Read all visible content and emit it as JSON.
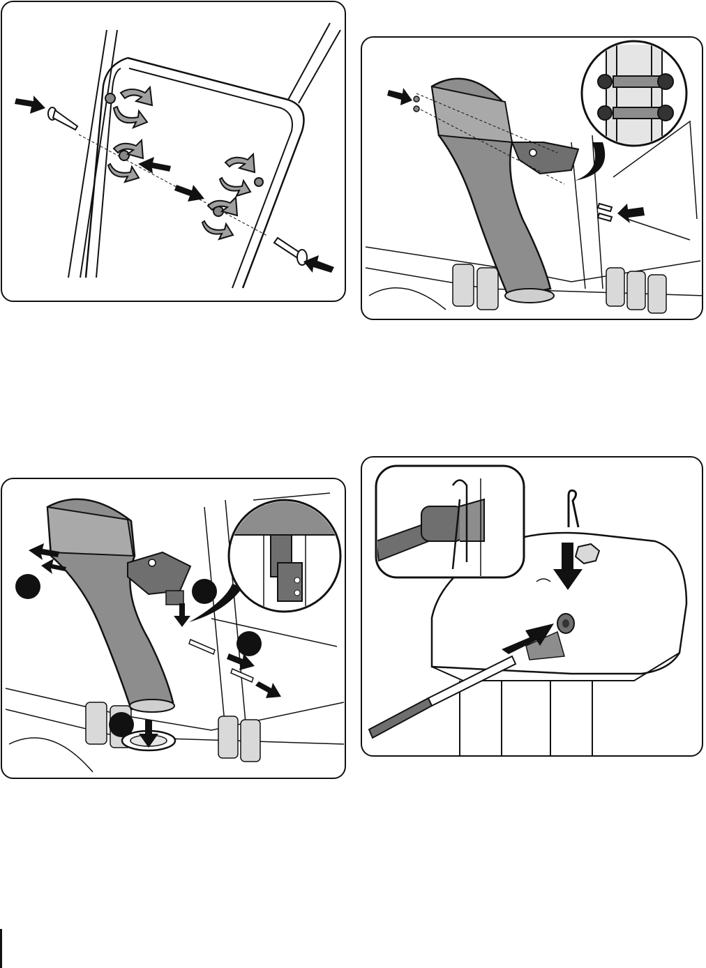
{
  "colors": {
    "line": "#111111",
    "chute_fill": "#8d8d8d",
    "chute_dark": "#5a5a5a",
    "light_fill": "#d9d9d9",
    "page_bg": "#ffffff"
  },
  "figures": [
    {
      "name": "handle-hardware-figure",
      "icons": [
        "insert-arrow-icon",
        "rotate-arrow-icon",
        "bolt-icon",
        "nut-icon"
      ]
    },
    {
      "name": "chute-mounting-figure",
      "icons": [
        "insert-arrow-icon",
        "bolt-icon",
        "nut-icon",
        "detail-callout-icon"
      ]
    },
    {
      "name": "chute-removal-figure",
      "icons": [
        "remove-arrow-icon",
        "callout-marker-icon",
        "down-arrow-icon",
        "detail-callout-icon"
      ]
    },
    {
      "name": "shift-rod-clip-figure",
      "icons": [
        "hairpin-clip-icon",
        "insert-arrow-icon",
        "down-arrow-icon",
        "detail-callout-icon"
      ]
    }
  ]
}
